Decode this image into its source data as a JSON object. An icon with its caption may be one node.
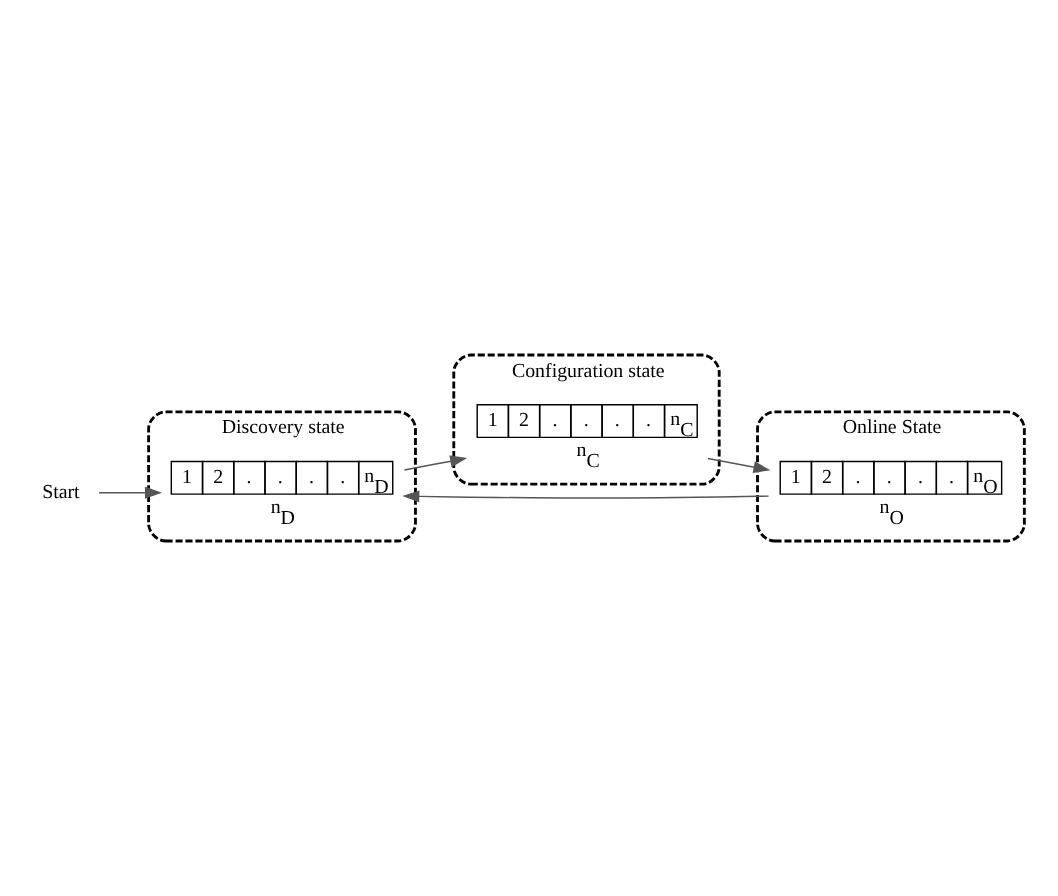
{
  "diagram": {
    "nodes": [
      {
        "text": [
          "Discovery state"
        ]
      },
      {
        "text": [
          "1",
          "2",
          ".",
          ".",
          ".",
          ".",
          "n$_{D}$"
        ],
        "in": 0,
        "beside": [
          "n$_{D}$"
        ]
      },
      {
        "text": [
          "Configuration state"
        ]
      },
      {
        "text": [
          "1",
          "2",
          ".",
          ".",
          ".",
          ".",
          "n$_{C}$"
        ],
        "in": 2,
        "beside": [
          "n$_{C}$"
        ]
      },
      {
        "text": [
          "Online State"
        ]
      },
      {
        "text": [
          "1",
          "2",
          ".",
          ".",
          ".",
          ".",
          "n$_{O}$"
        ],
        "in": 4,
        "beside": [
          "n$_{O}$"
        ]
      },
      {
        "text": [
          "Start"
        ]
      }
    ],
    "edges": [
      {
        "from": 6,
        "to": 1,
        "arrow": "to"
      },
      {
        "from": 1,
        "to": 3,
        "arrow": "to"
      },
      {
        "from": 3,
        "to": 5,
        "arrow": "to"
      },
      {
        "from": 5,
        "to": 1,
        "arrow": "to"
      }
    ]
  }
}
